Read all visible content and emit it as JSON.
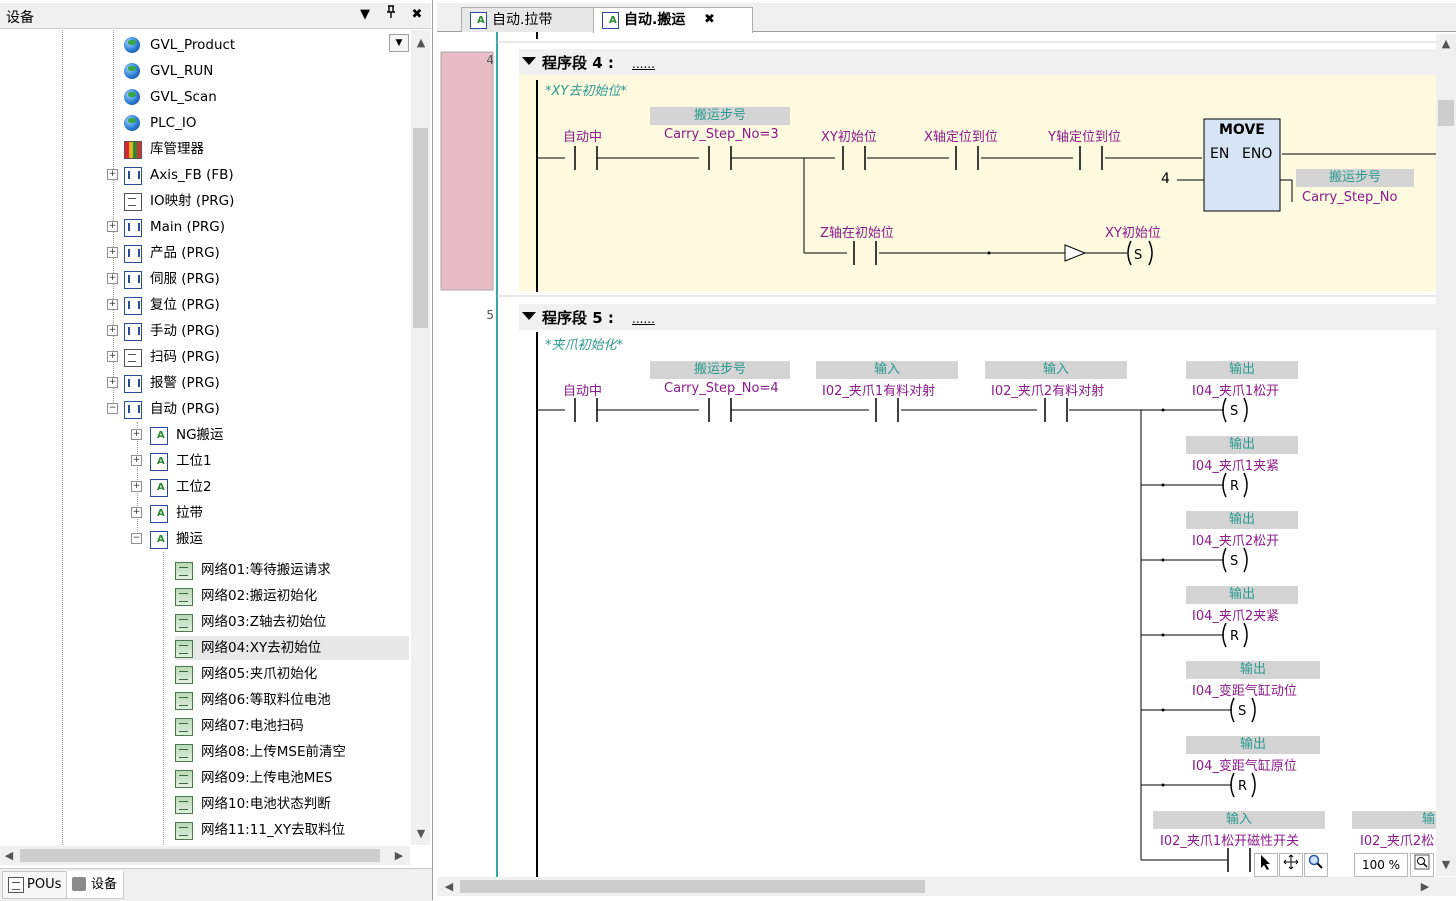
{
  "devices_panel": {
    "title": "设备",
    "controls": {
      "dropdown": "▼",
      "pin": "ᵖ",
      "close": "✖"
    },
    "tree": [
      {
        "label": "GVL_Product",
        "icon": "globe-icon"
      },
      {
        "label": "GVL_RUN",
        "icon": "globe-icon"
      },
      {
        "label": "GVL_Scan",
        "icon": "globe-icon"
      },
      {
        "label": "PLC_IO",
        "icon": "globe-icon"
      },
      {
        "label": "库管理器",
        "icon": "library-icon"
      },
      {
        "label": "Axis_FB (FB)",
        "icon": "function-block-icon"
      },
      {
        "label": "IO映射 (PRG)",
        "icon": "program-icon"
      },
      {
        "label": "Main (PRG)",
        "icon": "function-block-icon"
      },
      {
        "label": "产品 (PRG)",
        "icon": "function-block-icon"
      },
      {
        "label": "伺服 (PRG)",
        "icon": "function-block-icon"
      },
      {
        "label": "复位 (PRG)",
        "icon": "function-block-icon"
      },
      {
        "label": "手动 (PRG)",
        "icon": "function-block-icon"
      },
      {
        "label": "扫码 (PRG)",
        "icon": "program-icon"
      },
      {
        "label": "报警 (PRG)",
        "icon": "function-block-icon"
      },
      {
        "label": "自动 (PRG)",
        "icon": "function-block-icon"
      },
      {
        "label": "NG搬运",
        "icon": "sfc-action-icon"
      },
      {
        "label": "工位1",
        "icon": "sfc-action-icon"
      },
      {
        "label": "工位2",
        "icon": "sfc-action-icon"
      },
      {
        "label": "拉带",
        "icon": "sfc-action-icon"
      },
      {
        "label": "搬运",
        "icon": "sfc-action-icon"
      },
      {
        "label": "网络01:等待搬运请求",
        "icon": "network-icon"
      },
      {
        "label": "网络02:搬运初始化",
        "icon": "network-icon"
      },
      {
        "label": "网络03:Z轴去初始位",
        "icon": "network-icon"
      },
      {
        "label": "网络04:XY去初始位",
        "icon": "network-icon"
      },
      {
        "label": "网络05:夹爪初始化",
        "icon": "network-icon"
      },
      {
        "label": "网络06:等取料位电池",
        "icon": "network-icon"
      },
      {
        "label": "网络07:电池扫码",
        "icon": "network-icon"
      },
      {
        "label": "网络08:上传MSE前清空",
        "icon": "network-icon"
      },
      {
        "label": "网络09:上传电池MES",
        "icon": "network-icon"
      },
      {
        "label": "网络10:电池状态判断",
        "icon": "network-icon"
      },
      {
        "label": "网络11:11_XY去取料位",
        "icon": "network-icon"
      }
    ],
    "bottom_tabs": {
      "pous": "POUs",
      "devices": "设备"
    }
  },
  "editor": {
    "tabs": [
      {
        "label": "自动.拉带"
      },
      {
        "label": "自动.搬运"
      }
    ],
    "zoom": "100 %",
    "networks": [
      {
        "number": "4",
        "title": "程序段  4 :",
        "dots": "......",
        "comment": "*XY去初始位*",
        "contacts": [
          {
            "name": "自动中",
            "comment": ""
          },
          {
            "name": "Carry_Step_No=3",
            "comment": "搬运步号"
          },
          {
            "name": "XY初始位",
            "comment": ""
          },
          {
            "name": "X轴定位到位",
            "comment": ""
          },
          {
            "name": "Y轴定位到位",
            "comment": ""
          },
          {
            "name": "Z轴在初始位",
            "comment": ""
          }
        ],
        "move_block": {
          "title": "MOVE",
          "en": "EN",
          "eno": "ENO",
          "input": "4",
          "output": "Carry_Step_No",
          "output_comment": "搬运步号"
        },
        "coils": [
          {
            "name": "XY初始位",
            "type": "S"
          }
        ]
      },
      {
        "number": "5",
        "title": "程序段  5 :",
        "dots": "......",
        "comment": "*夹爪初始化*",
        "contacts": [
          {
            "name": "自动中",
            "comment": ""
          },
          {
            "name": "Carry_Step_No=4",
            "comment": "搬运步号"
          },
          {
            "name": "I02_夹爪1有料对射",
            "comment": "输入"
          },
          {
            "name": "I02_夹爪2有料对射",
            "comment": "输入"
          },
          {
            "name": "I02_夹爪1松开磁性开关",
            "comment": "输入"
          },
          {
            "name": "I02_夹爪2松",
            "comment": "输"
          }
        ],
        "coils": [
          {
            "name": "I04_夹爪1松开",
            "comment": "输出",
            "type": "S"
          },
          {
            "name": "I04_夹爪1夹紧",
            "comment": "输出",
            "type": "R"
          },
          {
            "name": "I04_夹爪2松开",
            "comment": "输出",
            "type": "S"
          },
          {
            "name": "I04_夹爪2夹紧",
            "comment": "输出",
            "type": "R"
          },
          {
            "name": "I04_变距气缸动位",
            "comment": "输出",
            "type": "S"
          },
          {
            "name": "I04_变距气缸原位",
            "comment": "输出",
            "type": "R"
          }
        ]
      }
    ]
  }
}
